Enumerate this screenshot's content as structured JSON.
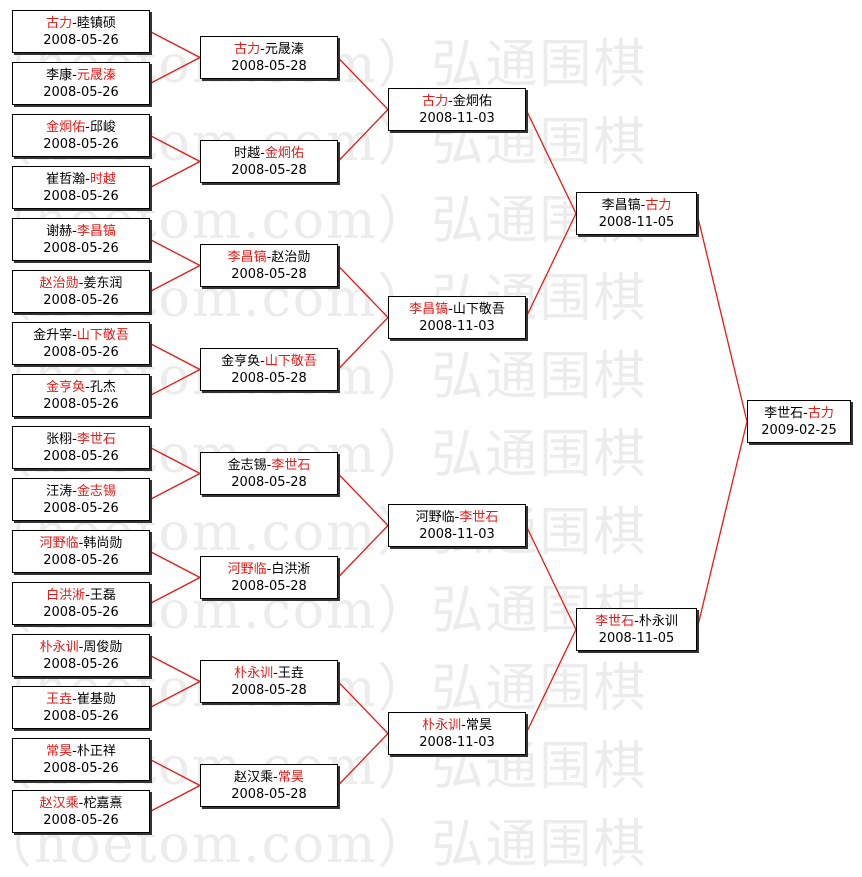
{
  "watermark": "（hoetom.com）弘通围棋",
  "colors": {
    "winner": "#e41b17",
    "line": "#e41b17",
    "text": "#000000",
    "watermark": "#ececec"
  },
  "rounds": [
    [
      {
        "p1": "古力",
        "p2": "睦镇硕",
        "winner": 1,
        "date": "2008-05-26"
      },
      {
        "p1": "李康",
        "p2": "元晟溱",
        "winner": 2,
        "date": "2008-05-26"
      },
      {
        "p1": "金炯佑",
        "p2": "邱峻",
        "winner": 1,
        "date": "2008-05-26"
      },
      {
        "p1": "崔哲瀚",
        "p2": "时越",
        "winner": 2,
        "date": "2008-05-26"
      },
      {
        "p1": "谢赫",
        "p2": "李昌镐",
        "winner": 2,
        "date": "2008-05-26"
      },
      {
        "p1": "赵治勋",
        "p2": "姜东润",
        "winner": 1,
        "date": "2008-05-26"
      },
      {
        "p1": "金升宰",
        "p2": "山下敬吾",
        "winner": 2,
        "date": "2008-05-26"
      },
      {
        "p1": "金亨奂",
        "p2": "孔杰",
        "winner": 1,
        "date": "2008-05-26"
      },
      {
        "p1": "张栩",
        "p2": "李世石",
        "winner": 2,
        "date": "2008-05-26"
      },
      {
        "p1": "汪涛",
        "p2": "金志锡",
        "winner": 2,
        "date": "2008-05-26"
      },
      {
        "p1": "河野临",
        "p2": "韩尚勋",
        "winner": 1,
        "date": "2008-05-26"
      },
      {
        "p1": "白洪淅",
        "p2": "王磊",
        "winner": 1,
        "date": "2008-05-26"
      },
      {
        "p1": "朴永训",
        "p2": "周俊勋",
        "winner": 1,
        "date": "2008-05-26"
      },
      {
        "p1": "王垚",
        "p2": "崔基勋",
        "winner": 1,
        "date": "2008-05-26"
      },
      {
        "p1": "常昊",
        "p2": "朴正祥",
        "winner": 1,
        "date": "2008-05-26"
      },
      {
        "p1": "赵汉乘",
        "p2": "柁嘉熹",
        "winner": 1,
        "date": "2008-05-26"
      }
    ],
    [
      {
        "p1": "古力",
        "p2": "元晟溱",
        "winner": 1,
        "date": "2008-05-28"
      },
      {
        "p1": "时越",
        "p2": "金炯佑",
        "winner": 2,
        "date": "2008-05-28"
      },
      {
        "p1": "李昌镐",
        "p2": "赵治勋",
        "winner": 1,
        "date": "2008-05-28"
      },
      {
        "p1": "金亨奂",
        "p2": "山下敬吾",
        "winner": 2,
        "date": "2008-05-28"
      },
      {
        "p1": "金志锡",
        "p2": "李世石",
        "winner": 2,
        "date": "2008-05-28"
      },
      {
        "p1": "河野临",
        "p2": "白洪淅",
        "winner": 1,
        "date": "2008-05-28"
      },
      {
        "p1": "朴永训",
        "p2": "王垚",
        "winner": 1,
        "date": "2008-05-28"
      },
      {
        "p1": "赵汉乘",
        "p2": "常昊",
        "winner": 2,
        "date": "2008-05-28"
      }
    ],
    [
      {
        "p1": "古力",
        "p2": "金炯佑",
        "winner": 1,
        "date": "2008-11-03"
      },
      {
        "p1": "李昌镐",
        "p2": "山下敬吾",
        "winner": 1,
        "date": "2008-11-03"
      },
      {
        "p1": "河野临",
        "p2": "李世石",
        "winner": 2,
        "date": "2008-11-03"
      },
      {
        "p1": "朴永训",
        "p2": "常昊",
        "winner": 1,
        "date": "2008-11-03"
      }
    ],
    [
      {
        "p1": "李昌镐",
        "p2": "古力",
        "winner": 2,
        "date": "2008-11-05"
      },
      {
        "p1": "李世石",
        "p2": "朴永训",
        "winner": 1,
        "date": "2008-11-05"
      }
    ],
    [
      {
        "p1": "李世石",
        "p2": "古力",
        "winner": 2,
        "date": "2009-02-25"
      }
    ]
  ]
}
